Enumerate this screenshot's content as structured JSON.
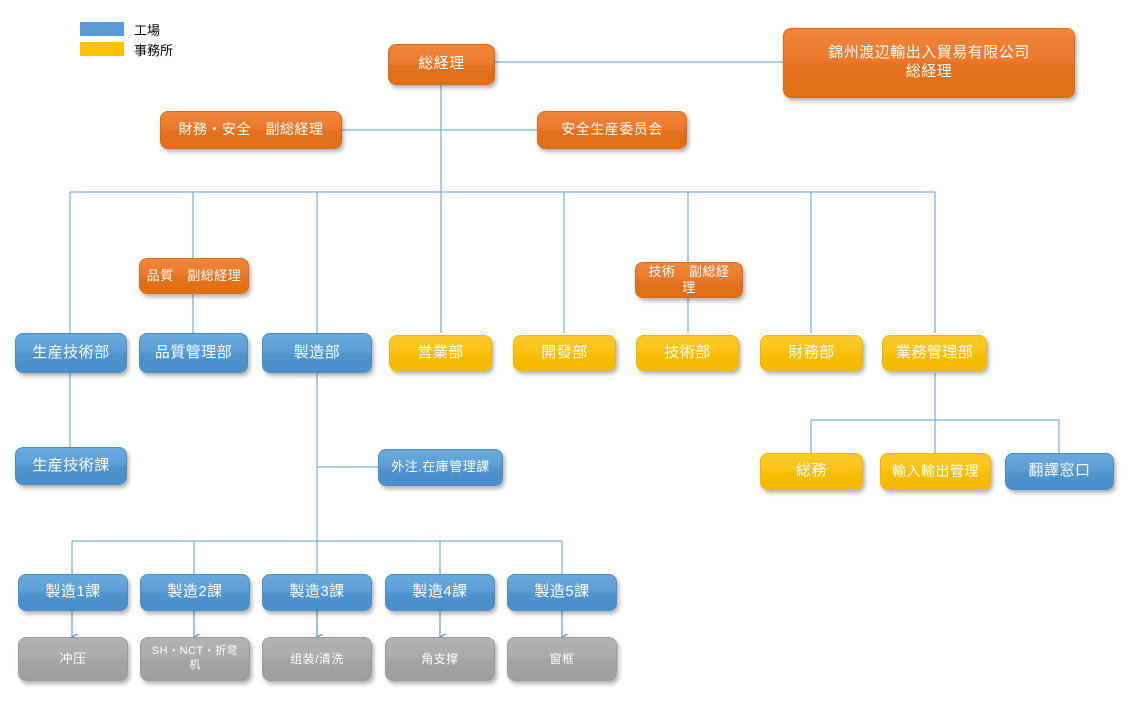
{
  "legend": {
    "items": [
      {
        "label": "工場",
        "color": "#5b9bd5",
        "swatch": "blue"
      },
      {
        "label": "事務所",
        "color": "#ffc000",
        "swatch": "yellow"
      }
    ]
  },
  "palette": {
    "orange": "#e2701f",
    "blue": "#5b9bd5",
    "yellow": "#ffc000",
    "gray": "#a6a6a6",
    "connector": "#5b9bd5"
  },
  "nodes": {
    "general_manager": "総経理",
    "parent_company": "錦州渡辺輸出入貿易有限公司\n総経理",
    "parent_company_line1": "錦州渡辺輸出入貿易有限公司",
    "parent_company_line2": "総経理",
    "finance_safety_deputy": "財務・安全　副総経理",
    "safety_committee": "安全生産委员会",
    "quality_deputy": "品質　副総経理",
    "tech_deputy": "技術　副総経理",
    "production_tech_dept": "生産技術部",
    "quality_control_dept": "品質管理部",
    "manufacturing_dept": "製造部",
    "sales_dept": "営業部",
    "development_dept": "開發部",
    "technology_dept": "技術部",
    "finance_dept": "財務部",
    "business_admin_dept": "業務管理部",
    "production_tech_section": "生産技術課",
    "outsourcing_inventory_section": "外注.在庫管理課",
    "general_affairs": "総務",
    "import_export_mgmt": "輸入輸出管理",
    "translation_window": "翻譯窓口",
    "manufacturing_section_1": "製造1課",
    "manufacturing_section_2": "製造2課",
    "manufacturing_section_3": "製造3課",
    "manufacturing_section_4": "製造4課",
    "manufacturing_section_5": "製造5課",
    "process_stamping": "冲压",
    "process_sh_nct_bender": "SH・NCT・折弯机",
    "process_assembly_wash": "组装/清洗",
    "process_corner_support": "角支撑",
    "process_window_frame": "窗框"
  }
}
